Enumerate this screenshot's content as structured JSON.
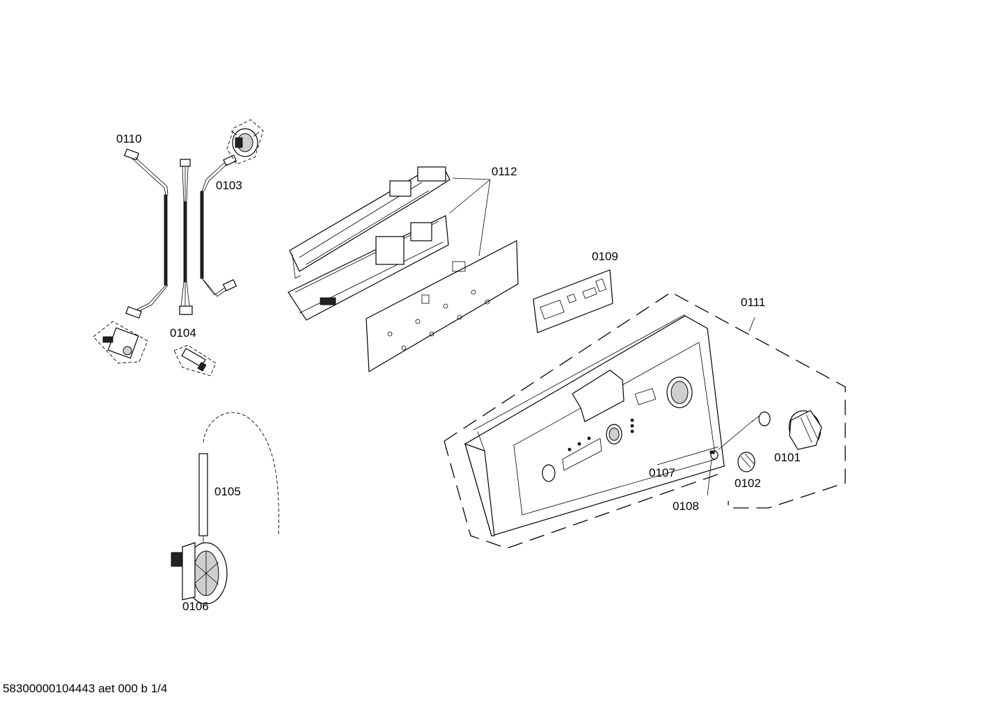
{
  "part_labels": {
    "p0110": "0110",
    "p0103": "0103",
    "p0104": "0104",
    "p0112": "0112",
    "p0109": "0109",
    "p0111": "0111",
    "p0105": "0105",
    "p0106": "0106",
    "p0107": "0107",
    "p0108": "0108",
    "p0101": "0101",
    "p0102": "0102"
  },
  "footer": {
    "drawing_reference": "58300000104443 aet 000 b 1/4"
  }
}
